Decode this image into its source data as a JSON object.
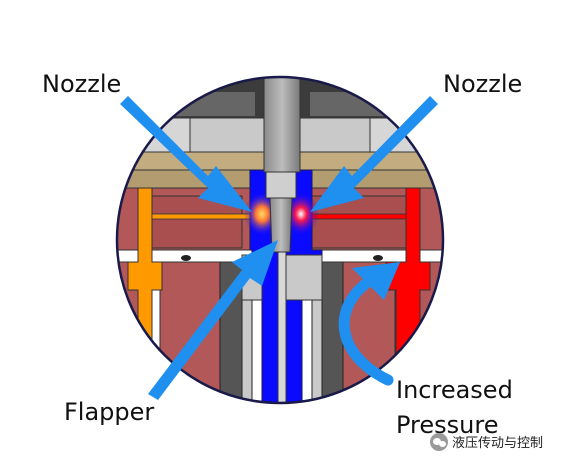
{
  "labels": {
    "nozzle_left": "Nozzle",
    "nozzle_right": "Nozzle",
    "flapper": "Flapper",
    "increased": "Increased",
    "pressure": "Pressure"
  },
  "watermark": {
    "text": "液压传动与控制",
    "icon": "wechat-icon"
  },
  "colors": {
    "arrow": "#1f8ff0",
    "flapper_blue": "#0a0aff",
    "pressure_red": "#ff0000",
    "supply_orange": "#ff9900",
    "body_brick": "#b25858",
    "plate_tan": "#b8a27a",
    "steel_gray": "#c9c9c9",
    "dark_gray": "#444444",
    "outline": "#1a1a4a"
  }
}
